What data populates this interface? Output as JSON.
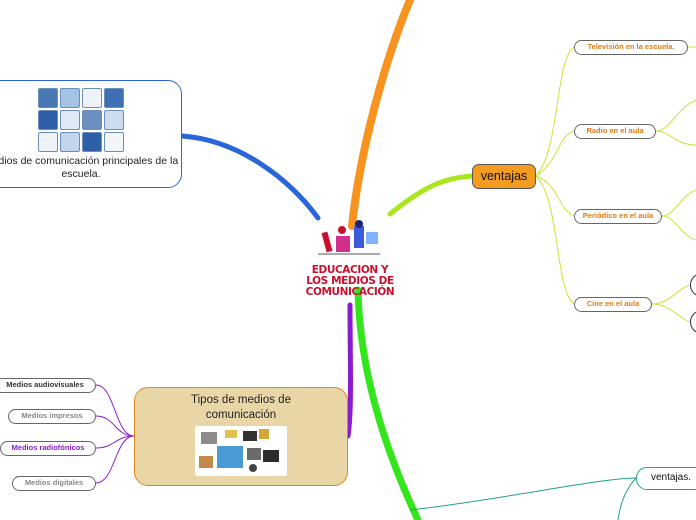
{
  "central": {
    "title": "EDUCACION Y LOS MEDIOS DE COMUNICACIÓN"
  },
  "medios_box": {
    "label": "Medios de comunicación principales de la escuela."
  },
  "tipos_box": {
    "label": "Tipos de medios de comunicación",
    "items": [
      "Medios audiovisuales",
      "Medios impresos",
      "Medios radiofónicos",
      "Medios digitales"
    ]
  },
  "ventajas": {
    "label": "ventajas",
    "items": [
      "Televisión en la escuela.",
      "Radio en el aula",
      "Periódico en el aula",
      "Cine en el aula"
    ]
  },
  "ventajas2": {
    "label": "ventajas."
  },
  "colors": {
    "blue": "#2a66d9",
    "orange": "#f7931e",
    "lime": "#a8e61d",
    "green": "#33e61c",
    "purple": "#8a1ccf",
    "teal": "#23a08a",
    "central_title": "#c8102e"
  },
  "icons": [
    "tv-icon",
    "radio-icon",
    "newspaper-icon",
    "satellite-icon",
    "telephone-icon",
    "camera-icon",
    "computer-icon",
    "headphones-icon"
  ]
}
